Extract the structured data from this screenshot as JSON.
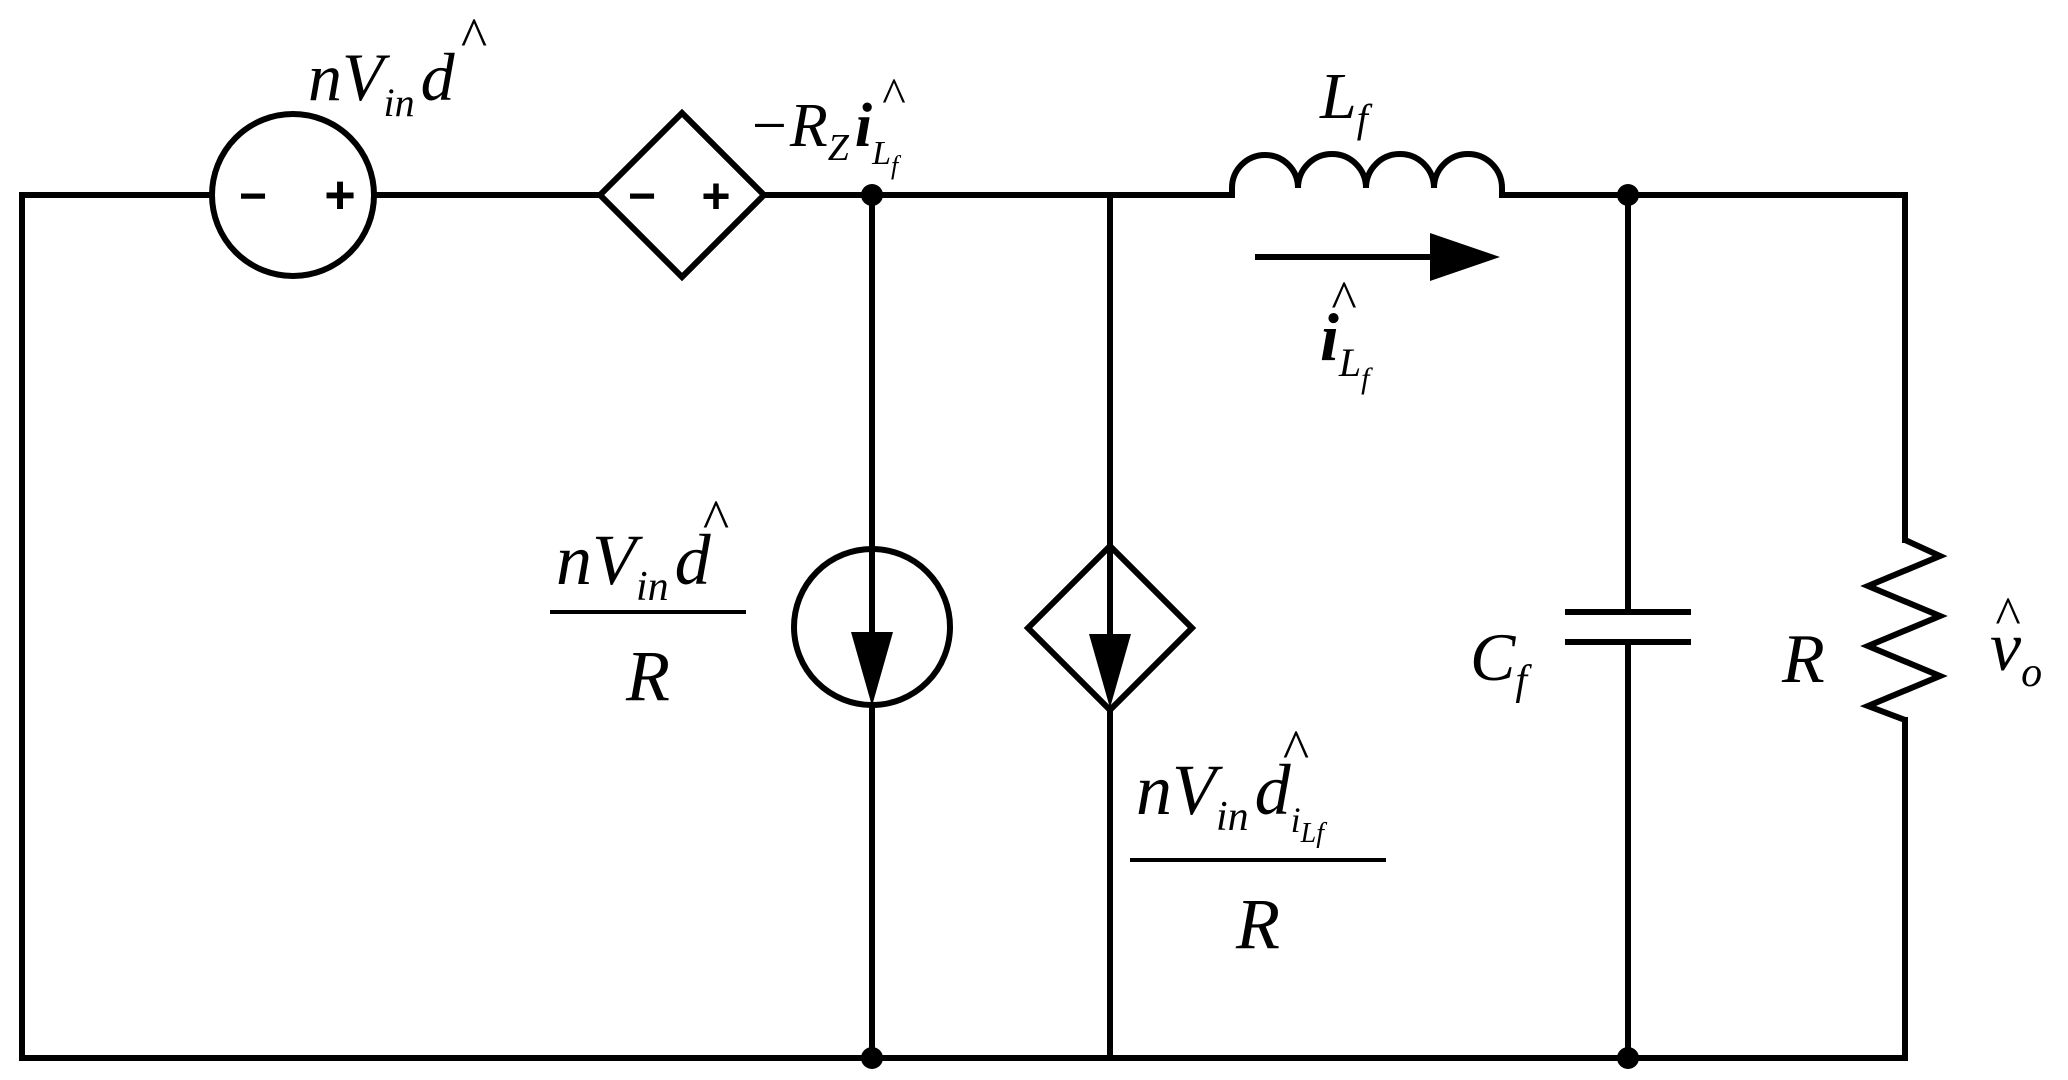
{
  "source_voltage": {
    "n": "n",
    "V": "V",
    "sub": "in",
    "d": "d",
    "hat": "^",
    "minus": "−",
    "plus": "+"
  },
  "dependent_voltage": {
    "minus_sign": "−",
    "R": "R",
    "R_sub": "Z",
    "i": "i",
    "hat": "^",
    "i_sub": "L",
    "i_subsub": "f",
    "minus": "−",
    "plus": "+"
  },
  "inductor": {
    "L": "L",
    "sub": "f"
  },
  "inductor_current": {
    "i": "i",
    "hat": "^",
    "sub": "L",
    "subsub": "f"
  },
  "current_source": {
    "n": "n",
    "V": "V",
    "sub": "in",
    "d": "d",
    "hat": "^",
    "den": "R"
  },
  "dependent_current": {
    "n": "n",
    "V": "V",
    "sub": "in",
    "d": "d",
    "hat": "^",
    "d_sub": "i",
    "d_subsub": "Lf",
    "den": "R"
  },
  "capacitor": {
    "C": "C",
    "sub": "f"
  },
  "resistor": {
    "R": "R"
  },
  "output_voltage": {
    "v": "v",
    "hat": "^",
    "sub": "o"
  }
}
